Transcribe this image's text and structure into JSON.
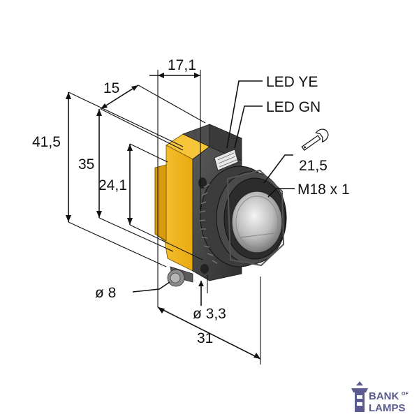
{
  "labels": {
    "led_ye": "LED YE",
    "led_gn": "LED GN",
    "dim_17_1": "17,1",
    "dim_15": "15",
    "dim_41_5": "41,5",
    "dim_35": "35",
    "dim_24_1": "24,1",
    "dim_21_5": "21,5",
    "thread": "M18 x 1",
    "dia_8": "ø 8",
    "dia_3_3": "ø 3,3",
    "dim_31": "31"
  },
  "logo": {
    "line1": "BANK",
    "of": "OF",
    "line2": "LAMPS"
  },
  "icons": {
    "wrench": "wrench-icon",
    "logo_mark": "lighthouse-icon"
  },
  "colors": {
    "housing_yellow": "#f2b81c",
    "housing_yellow_dark": "#c98f0a",
    "body_dark": "#3a3a3a",
    "body_mid": "#6b6b6b",
    "lens": "#b9b9b9",
    "logo": "#5b5b8f"
  }
}
